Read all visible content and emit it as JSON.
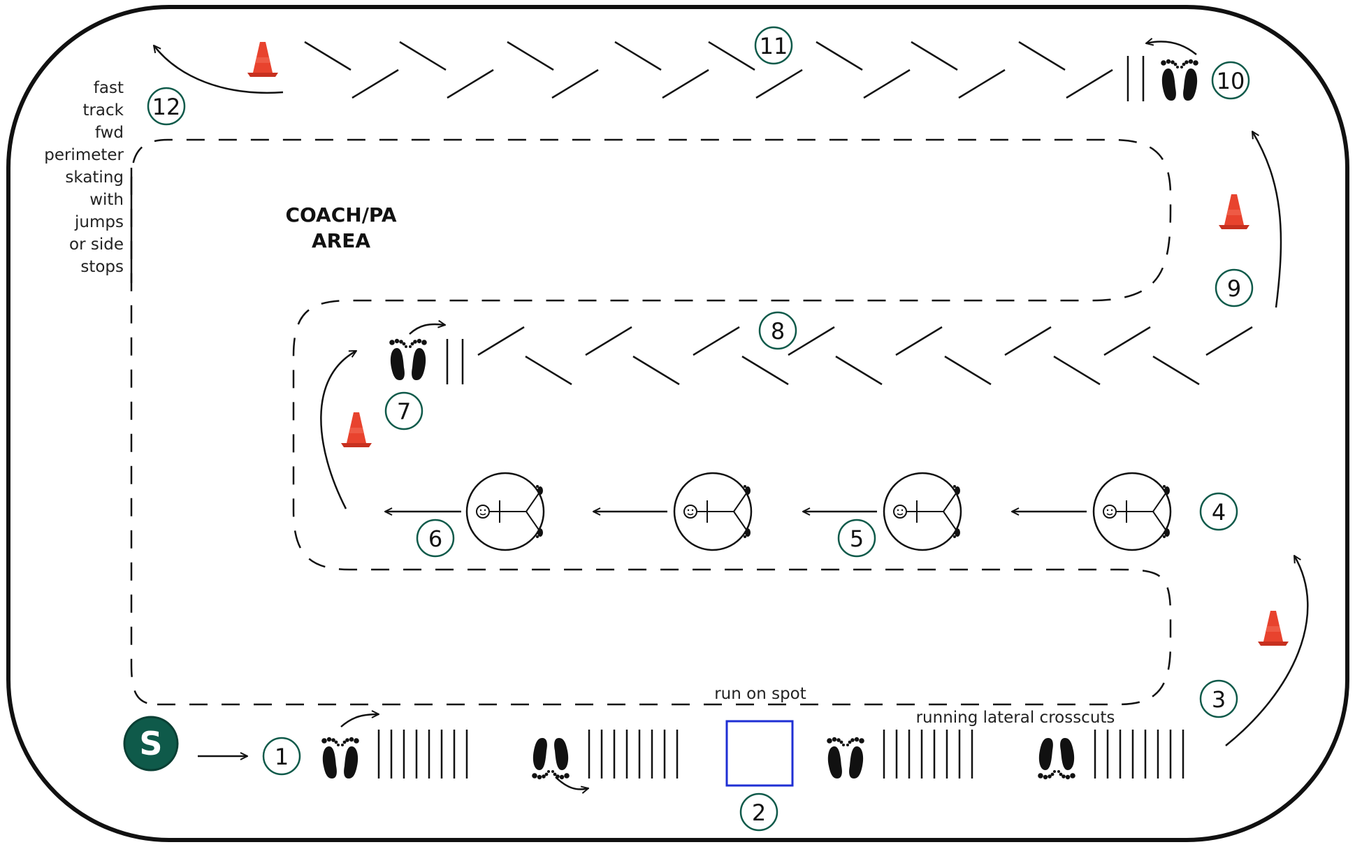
{
  "title": "",
  "colors": {
    "accent": "#0f5a4a",
    "cone": "#e8432e",
    "spot_box": "#1f2fd4"
  },
  "start_marker": {
    "label": "S"
  },
  "station_numbers": [
    "1",
    "2",
    "3",
    "4",
    "5",
    "6",
    "7",
    "8",
    "9",
    "10",
    "11",
    "12"
  ],
  "labels": {
    "run_on_spot": "run on spot",
    "running_lateral_crosscuts": "running lateral crosscuts",
    "coach_area_line1": "COACH/PA",
    "coach_area_line2": "AREA",
    "perimeter_lines": [
      "fast",
      "track",
      "fwd",
      "perimeter",
      "skating",
      "with",
      "jumps",
      "or side",
      "stops"
    ]
  },
  "icons": [
    "footprints-icon",
    "cone-icon",
    "player-in-circle-icon",
    "arrow-icon"
  ]
}
